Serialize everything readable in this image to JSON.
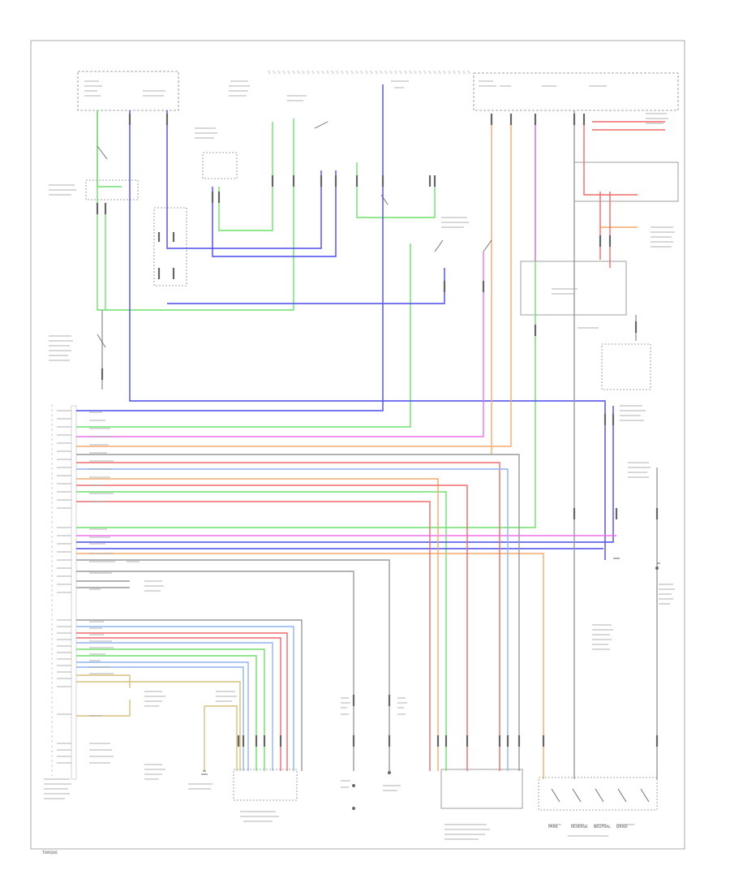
{
  "diagram": {
    "corner_label": "TORQUE",
    "switch_positions": [
      "PARK",
      "REVERSE",
      "NEUTRAL",
      "DRIVE"
    ],
    "colors": {
      "green": "#6de06d",
      "blue": "#4a4af0",
      "pink": "#f06ef0",
      "orange": "#f7a86a",
      "red": "#f06a6a",
      "lightblue": "#8fb4f0",
      "grey": "#999999",
      "tan": "#d8c07a",
      "frame": "#aaaaaa"
    }
  }
}
